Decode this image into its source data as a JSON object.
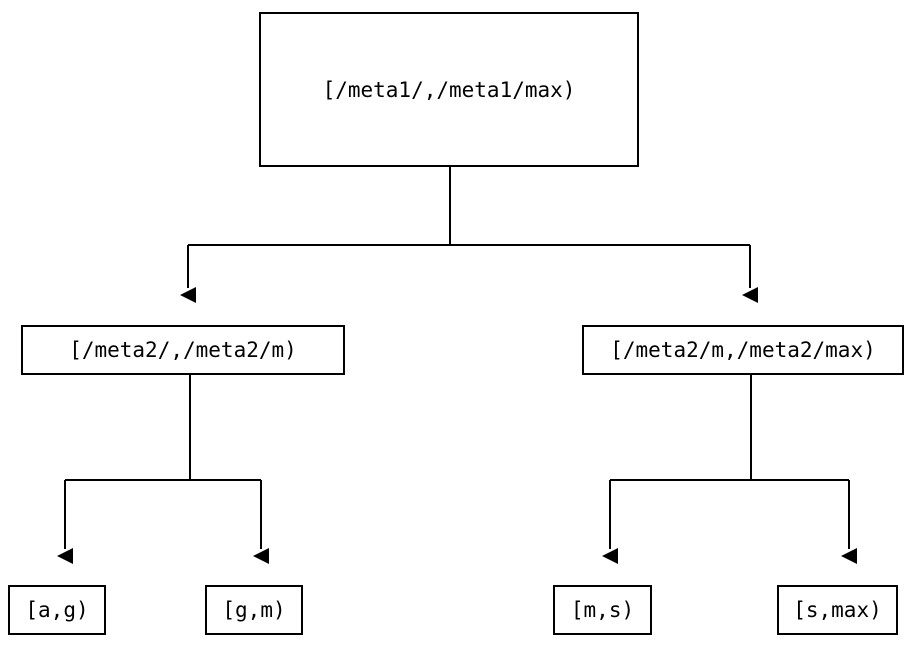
{
  "diagram": {
    "type": "tree",
    "title": "",
    "background_color": "#ffffff",
    "line_color": "#000000",
    "text_color": "#000000",
    "levels": 3,
    "nodes": {
      "root": {
        "label": "[/meta1/,/meta1/max)"
      },
      "level2": [
        {
          "label": "[/meta2/,/meta2/m)"
        },
        {
          "label": "[/meta2/m,/meta2/max)"
        }
      ],
      "leaves": [
        {
          "label": "[a,g)"
        },
        {
          "label": "[g,m)"
        },
        {
          "label": "[m,s)"
        },
        {
          "label": "[s,max)"
        }
      ]
    }
  }
}
